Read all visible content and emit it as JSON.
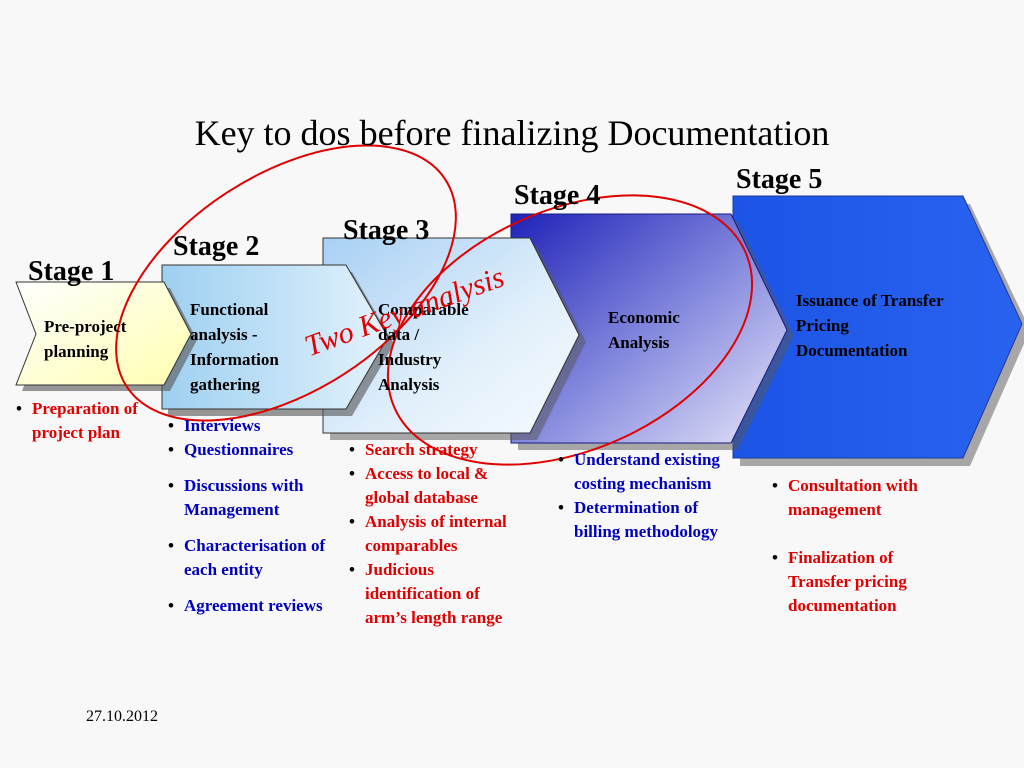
{
  "title": "Key to dos before finalizing Documentation",
  "annotation": "Two Key analysis",
  "date": "27.10.2012",
  "colors": {
    "stage1": "#ffffc8",
    "stage2": "#a9d4f2",
    "stage3": "#d0e6f8",
    "stage4": "#2a2ec0",
    "stage5": "#1f5ae8",
    "red_text": "#e00000",
    "blue_text": "#0000c0",
    "ellipse": "#e00000"
  },
  "stages": [
    {
      "label": "Stage 1",
      "box_lines": [
        "Pre-project",
        "planning"
      ],
      "bullets": [
        "Preparation of project plan"
      ]
    },
    {
      "label": "Stage 2",
      "box_lines": [
        "Functional",
        "analysis -",
        "Information",
        "gathering"
      ],
      "bullets": [
        "Interviews",
        "Questionnaires",
        "Discussions with Management",
        "Characterisation of each entity",
        "Agreement reviews"
      ]
    },
    {
      "label": "Stage 3",
      "box_lines": [
        "Comparable",
        "data /",
        "Industry",
        "Analysis"
      ],
      "bullets": [
        "Search strategy",
        "Access to local & global database",
        "Analysis of internal comparables",
        "Judicious identification of arm’s length range"
      ]
    },
    {
      "label": "Stage 4",
      "box_lines": [
        "Economic",
        "Analysis"
      ],
      "bullets": [
        "Understand existing costing mechanism",
        "Determination of billing methodology"
      ]
    },
    {
      "label": "Stage 5",
      "box_lines": [
        "Issuance of Transfer",
        "Pricing",
        "Documentation"
      ],
      "bullets": [
        "Consultation with management",
        "Finalization of Transfer pricing documentation"
      ]
    }
  ]
}
